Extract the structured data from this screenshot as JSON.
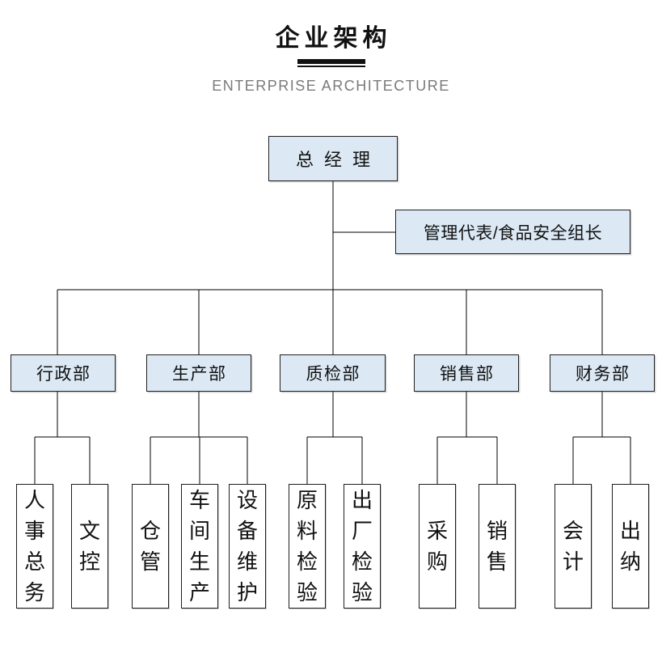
{
  "header": {
    "title": "企业架构",
    "subtitle": "ENTERPRISE ARCHITECTURE"
  },
  "org": {
    "root": {
      "label": "总经理"
    },
    "staff": {
      "label": "管理代表/食品安全组长"
    },
    "departments": [
      {
        "label": "行政部",
        "children": [
          {
            "label": "人事总务"
          },
          {
            "label": "文控"
          }
        ]
      },
      {
        "label": "生产部",
        "children": [
          {
            "label": "仓管"
          },
          {
            "label": "车间生产"
          },
          {
            "label": "设备维护"
          }
        ]
      },
      {
        "label": "质检部",
        "children": [
          {
            "label": "原料检验"
          },
          {
            "label": "出厂检验"
          }
        ]
      },
      {
        "label": "销售部",
        "children": [
          {
            "label": "采购"
          },
          {
            "label": "销售"
          }
        ]
      },
      {
        "label": "财务部",
        "children": [
          {
            "label": "会计"
          },
          {
            "label": "出纳"
          }
        ]
      }
    ]
  },
  "colors": {
    "title_text": "#111111",
    "subtitle_text": "#7a7a7a",
    "node_fill": "#dce9f5",
    "node_border": "#1f1f1f",
    "leaf_fill": "#ffffff",
    "connector": "#000000"
  }
}
